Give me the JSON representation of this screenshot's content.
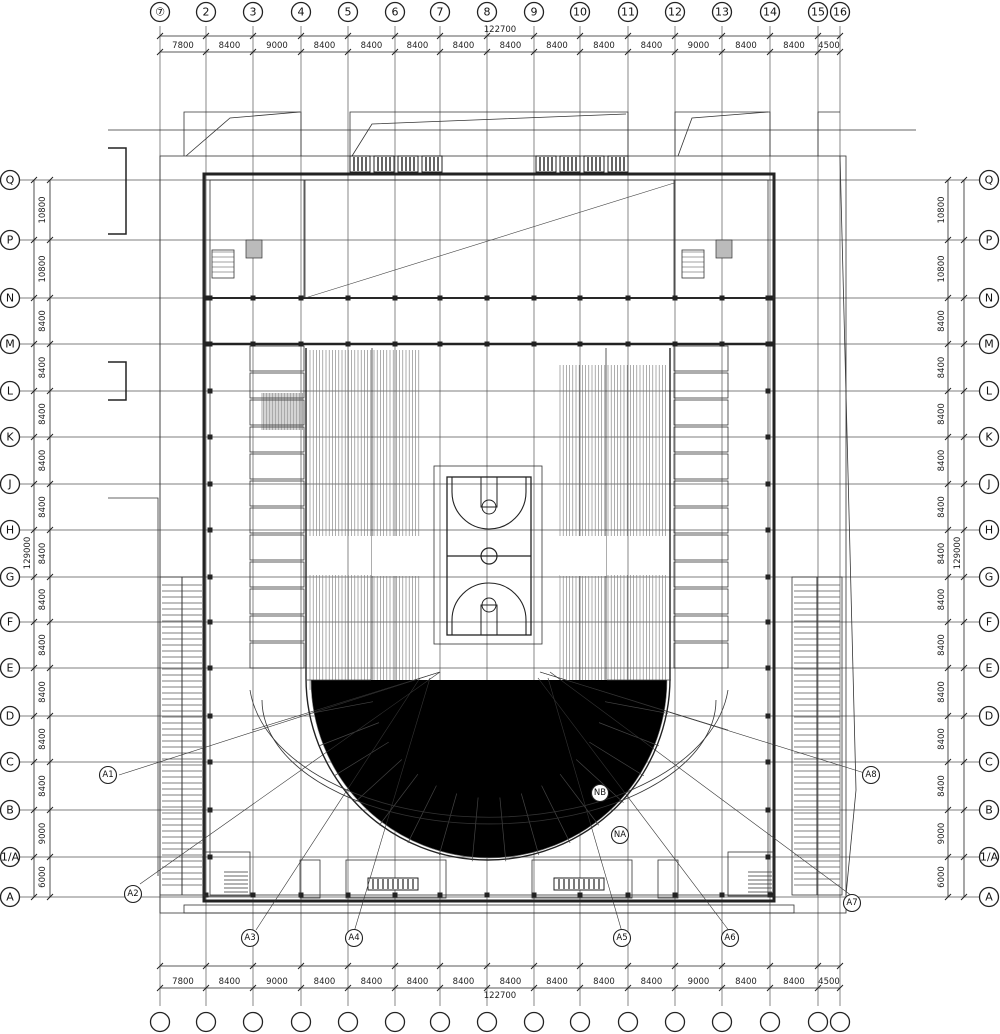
{
  "axes_x": [
    "⑦",
    "2",
    "3",
    "4",
    "5",
    "6",
    "7",
    "8",
    "9",
    "10",
    "11",
    "12",
    "13",
    "14",
    "15",
    "16"
  ],
  "axes_y": [
    "Q",
    "P",
    "N",
    "M",
    "L",
    "K",
    "J",
    "H",
    "G",
    "F",
    "E",
    "D",
    "C",
    "B",
    "1/A",
    "A"
  ],
  "dims_x": [
    "7800",
    "8400",
    "9000",
    "8400",
    "8400",
    "8400",
    "8400",
    "8400",
    "8400",
    "8400",
    "8400",
    "9000",
    "8400",
    "8400",
    "4500"
  ],
  "dims_y": [
    "10800",
    "10800",
    "8400",
    "8400",
    "8400",
    "8400",
    "8400",
    "8400",
    "8400",
    "8400",
    "8400",
    "8400",
    "8400",
    "9000",
    "6000"
  ],
  "total_x": "122700",
  "total_y": "129000",
  "view_tags": [
    "A1",
    "A2",
    "A3",
    "A4",
    "A5",
    "A6",
    "A7",
    "A8",
    "NA",
    "NB"
  ],
  "colors": {
    "line": "#222222",
    "seat": "#777777",
    "background": "#ffffff"
  }
}
